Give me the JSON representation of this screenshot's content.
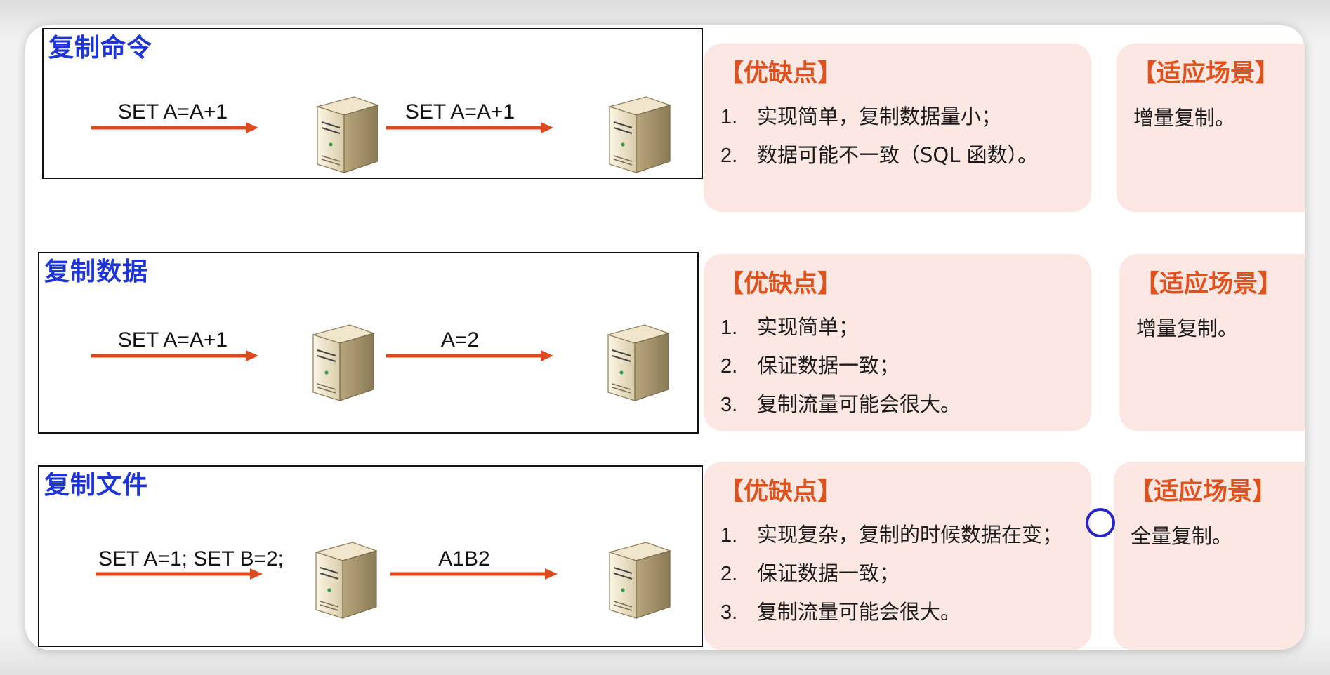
{
  "rows": [
    {
      "title": "复制命令",
      "left_message": "SET A=A+1",
      "right_message": "SET A=A+1",
      "pros_cons_heading": "【优缺点】",
      "pros_cons": [
        {
          "num": "1.",
          "text": "实现简单，复制数据量小；"
        },
        {
          "num": "2.",
          "text": "数据可能不一致（SQL 函数）。"
        }
      ],
      "scenario_heading": "【适应场景】",
      "scenario": "增量复制。"
    },
    {
      "title": "复制数据",
      "left_message": "SET A=A+1",
      "right_message": "A=2",
      "pros_cons_heading": "【优缺点】",
      "pros_cons": [
        {
          "num": "1.",
          "text": "实现简单；"
        },
        {
          "num": "2.",
          "text": "保证数据一致；"
        },
        {
          "num": "3.",
          "text": "复制流量可能会很大。"
        }
      ],
      "scenario_heading": "【适应场景】",
      "scenario": "增量复制。"
    },
    {
      "title": "复制文件",
      "left_message": "SET A=1; SET B=2;",
      "right_message": "A1B2",
      "pros_cons_heading": "【优缺点】",
      "pros_cons": [
        {
          "num": "1.",
          "text": "实现复杂，复制的时候数据在变；"
        },
        {
          "num": "2.",
          "text": "保证数据一致；"
        },
        {
          "num": "3.",
          "text": "复制流量可能会很大。"
        }
      ],
      "scenario_heading": "【适应场景】",
      "scenario": "全量复制。"
    }
  ],
  "colors": {
    "title_blue": "#1c34d8",
    "heading_orange": "#e0521d",
    "arrow_orange": "#dd4a1e",
    "panel_pink": "#fde7e2"
  },
  "icons": [
    "server-icon",
    "arrow-right-icon",
    "cursor-ring-icon"
  ]
}
